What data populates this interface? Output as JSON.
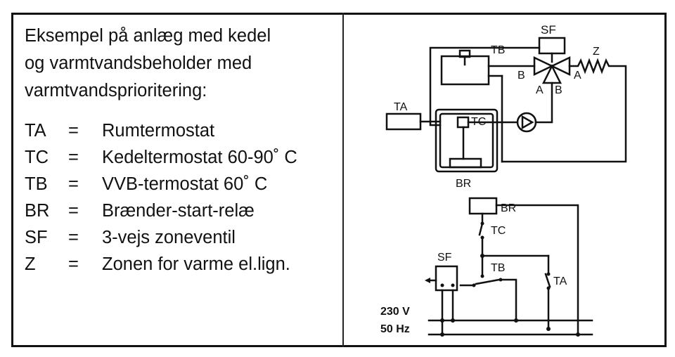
{
  "intro": {
    "line1": "Eksempel på anlæg med kedel",
    "line2": "og varmtvandsbeholder med",
    "line3": "varmtvandsprioritering:"
  },
  "legend": [
    {
      "abbr": "TA",
      "eq": "=",
      "desc": "Rumtermostat"
    },
    {
      "abbr": "TC",
      "eq": "=",
      "desc": "Kedeltermostat 60-90˚ C"
    },
    {
      "abbr": "TB",
      "eq": "=",
      "desc": "VVB-termostat 60˚ C"
    },
    {
      "abbr": "BR",
      "eq": "=",
      "desc": "Brænder-start-relæ"
    },
    {
      "abbr": "SF",
      "eq": "=",
      "desc": "3-vejs zoneventil"
    },
    {
      "abbr": "Z",
      "eq": "=",
      "desc": "Zonen for varme el.lign."
    }
  ],
  "diagram": {
    "hydraulic": {
      "sf": "SF",
      "tb": "TB",
      "z": "Z",
      "b_left": "B",
      "a_right": "A",
      "a_bottom": "A",
      "b_bottom": "B",
      "ta": "TA",
      "tc": "TC",
      "br": "BR"
    },
    "electrical": {
      "br": "BR",
      "tc": "TC",
      "sf": "SF",
      "tb": "TB",
      "ta": "TA",
      "v230": "230 V",
      "hz50": "50 Hz"
    }
  }
}
